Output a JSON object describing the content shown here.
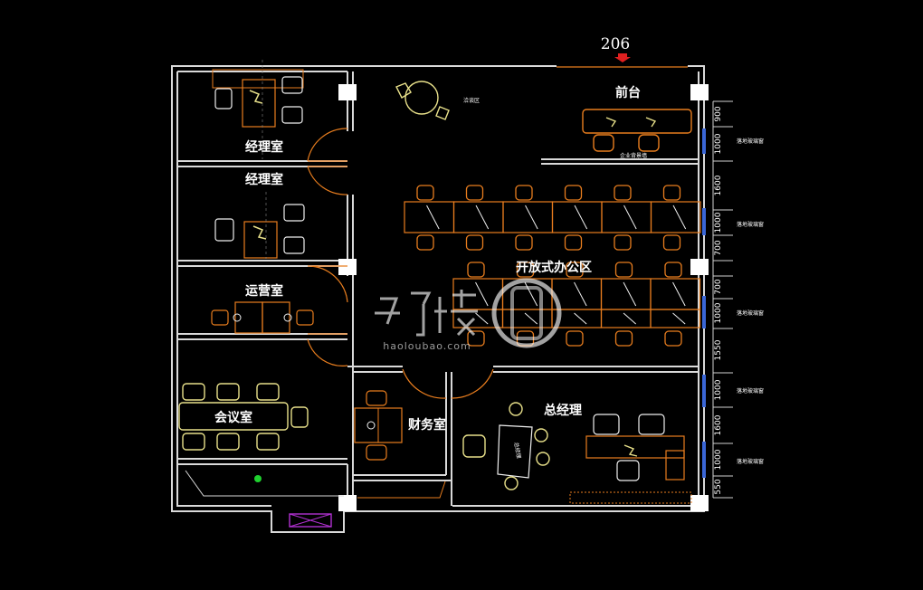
{
  "unit_number": "206",
  "rooms": {
    "reception": "前台",
    "reception_lounge": "洽谈区",
    "enterprise_wall": "企业背景墙",
    "manager_office_1": "经理室",
    "manager_office_2": "经理室",
    "operations": "运营室",
    "open_office": "开放式办公区",
    "meeting_room": "会议室",
    "finance": "财务室",
    "general_manager": "总经理",
    "gm_plaque": "总经理"
  },
  "dimensions": [
    "900",
    "1000",
    "1600",
    "1000",
    "700",
    "700",
    "1000",
    "1550",
    "1000",
    "1600",
    "1000",
    "550"
  ],
  "window_labels": [
    "落地玻璃窗",
    "落地玻璃窗",
    "落地玻璃窗",
    "落地玻璃窗",
    "落地玻璃窗"
  ],
  "watermark": {
    "text": "haoloubao.com"
  },
  "colors": {
    "wall": "#d9d9d9",
    "desk": "#e87d1e",
    "chair": "#f0f0f0",
    "meeting_furniture": "#e8e08a",
    "door": "#e87d1e",
    "window": "#3a66d6",
    "entry_marker": "#e02020",
    "sensor": "#1fd12f",
    "vent": "#b030d0"
  }
}
